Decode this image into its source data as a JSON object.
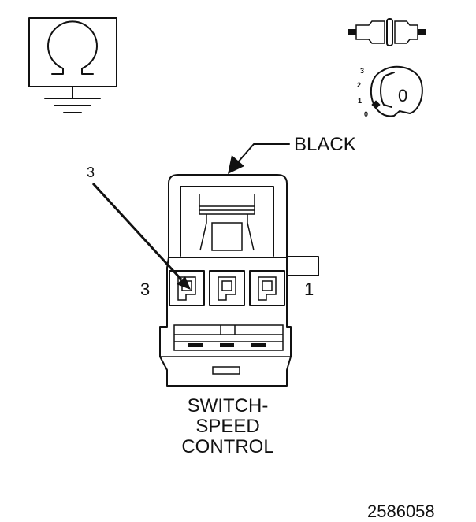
{
  "diagram": {
    "wire_color_label": "BLACK",
    "pin_callout_label": "3",
    "left_pin_label": "3",
    "right_pin_label": "1",
    "component_name_lines": [
      "SWITCH-",
      "SPEED",
      "CONTROL"
    ],
    "figure_id": "2586058",
    "ignition_positions": [
      "3",
      "2",
      "1",
      "0"
    ],
    "key_position_label": "0"
  }
}
